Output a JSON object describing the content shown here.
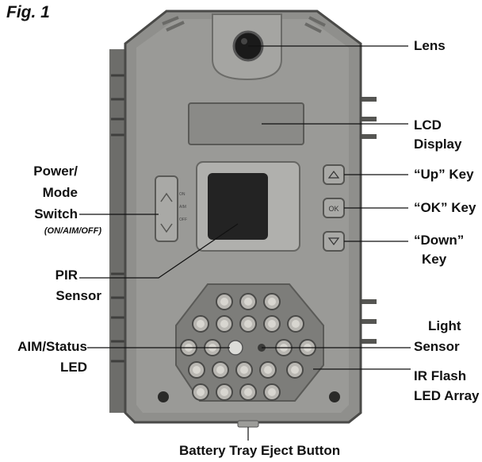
{
  "figure_title": "Fig. 1",
  "labels": {
    "lens": "Lens",
    "lcd_display_1": "LCD",
    "lcd_display_2": "Display",
    "up_key": "“Up” Key",
    "ok_key": "“OK” Key",
    "down_key_1": "“Down”",
    "down_key_2": "Key",
    "power_mode_1": "Power/",
    "power_mode_2": "Mode",
    "power_mode_3": "Switch",
    "power_mode_sub": "(ON/AIM/OFF)",
    "pir_1": "PIR",
    "pir_2": "Sensor",
    "aim_status_1": "AIM/Status",
    "aim_status_2": "LED",
    "light_sensor_1": "Light",
    "light_sensor_2": "Sensor",
    "ir_flash_1": "IR Flash",
    "ir_flash_2": "LED Array",
    "battery_eject": "Battery Tray Eject Button"
  },
  "device_markings": {
    "ok_button": "OK",
    "switch_positions": [
      "ON",
      "AIM",
      "OFF"
    ]
  },
  "colors": {
    "body": "#8f8f8c",
    "body_dark": "#5e5e5b",
    "panel": "#a3a3a0",
    "strap": "#6d6d6a",
    "lens": "#1a1a1a",
    "led": "#b9b7b2"
  }
}
